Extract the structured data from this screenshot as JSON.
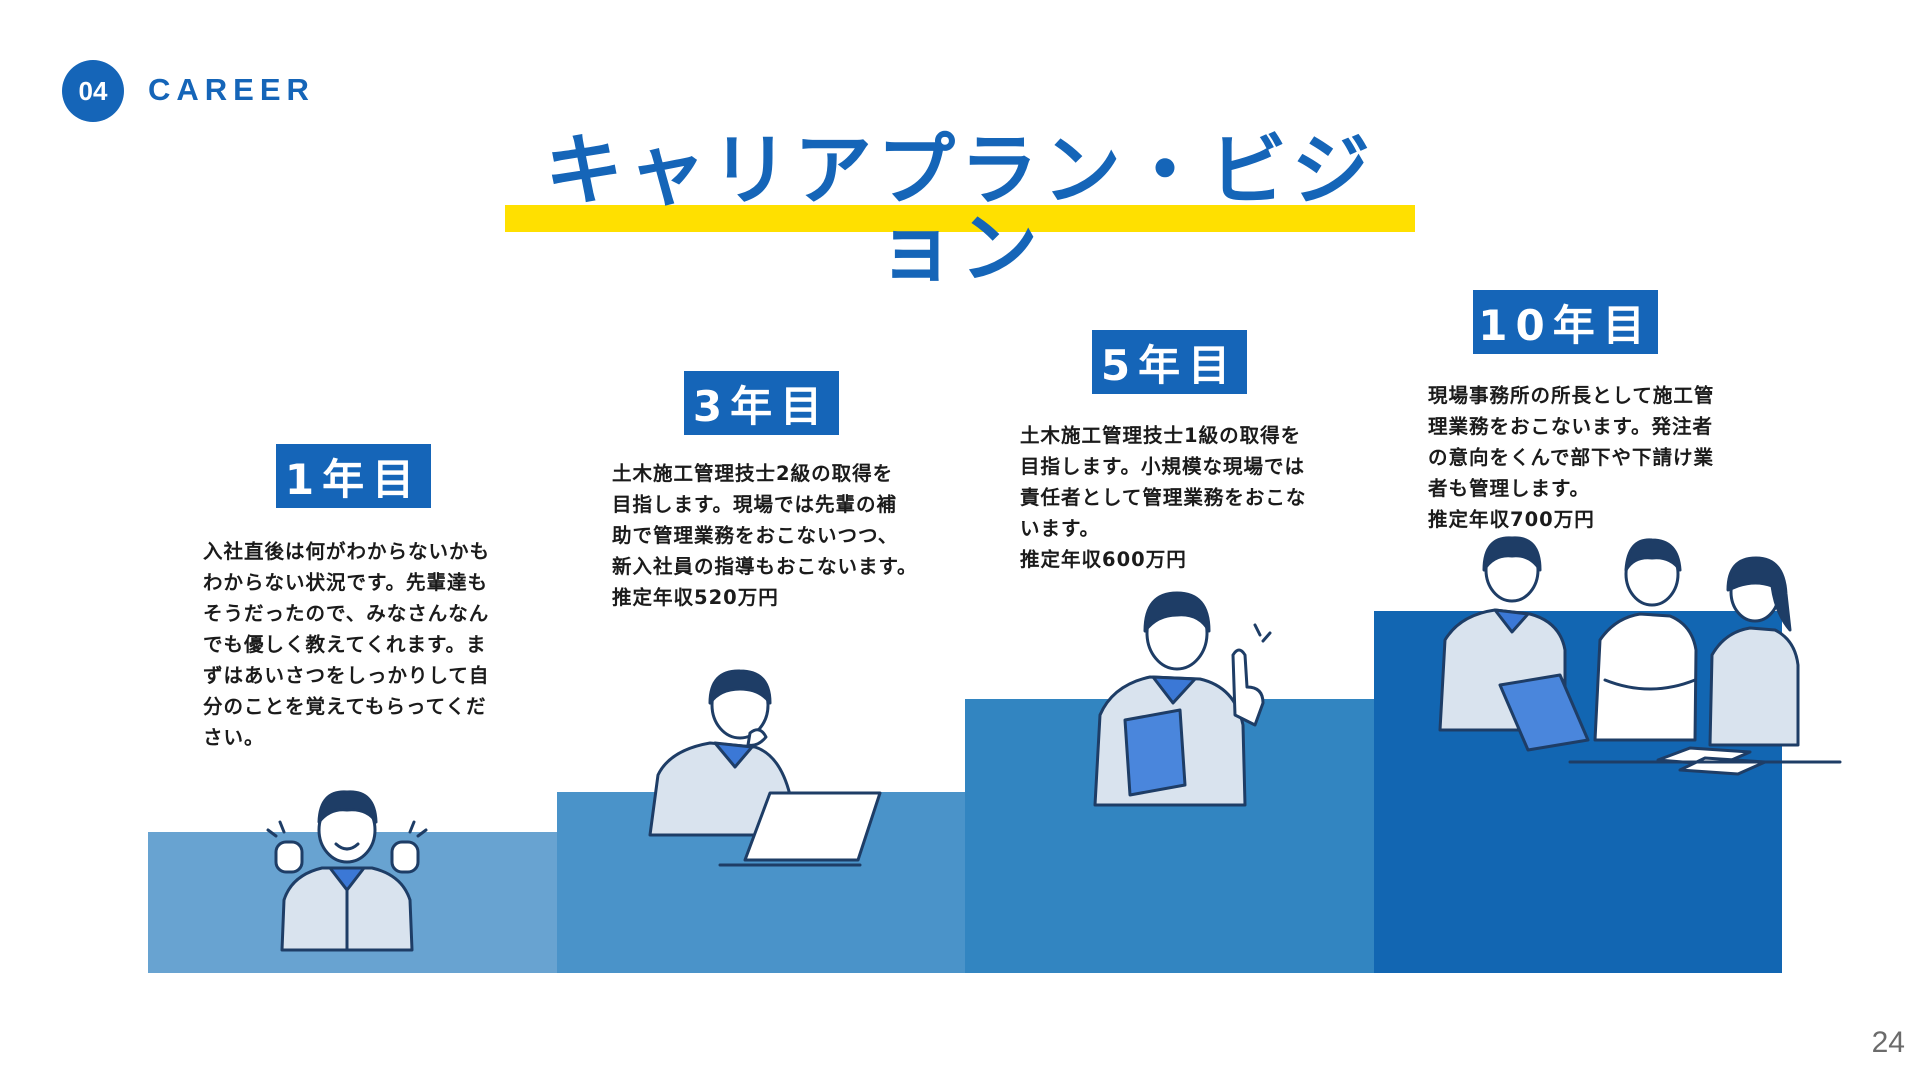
{
  "header": {
    "section_number": "04",
    "section_label": "CAREER"
  },
  "title": "キャリアプラン・ビジョン",
  "steps": [
    {
      "year": "1年目",
      "description": "入社直後は何がわからないかも\nわからない状況です。先輩達も\nそうだったので、みなさんなん\nでも優しく教えてくれます。ま\nずはあいさつをしっかりして自\n分のことを覚えてもらってくだ\nさい。"
    },
    {
      "year": "3年目",
      "description": "土木施工管理技士2級の取得を\n目指します。現場では先輩の補\n助で管理業務をおこないつつ、\n新入社員の指導もおこないます。\n推定年収520万円"
    },
    {
      "year": "5年目",
      "description": "土木施工管理技士1級の取得を\n目指します。小規模な現場では\n責任者として管理業務をおこな\nいます。\n推定年収600万円"
    },
    {
      "year": "10年目",
      "description": "現場事務所の所長として施工管\n理業務をおこないます。発注者\nの意向をくんで部下や下請け業\n者も管理します。\n推定年収700万円"
    }
  ],
  "page_number": "24",
  "colors": {
    "brand_blue": "#1565b8",
    "highlight_yellow": "#ffe000",
    "step_1": "#68a3d1",
    "step_2": "#4a93c9",
    "step_3": "#3285c1",
    "step_4": "#1266b2"
  }
}
